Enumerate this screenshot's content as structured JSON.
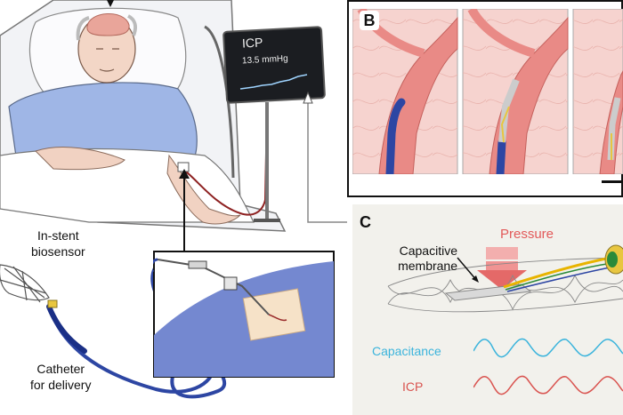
{
  "panel_a": {
    "monitor": {
      "title": "ICP",
      "reading": "13.5 mmHg"
    },
    "labels": {
      "biosensor_line1": "In-stent",
      "biosensor_line2": "biosensor",
      "catheter_line1": "Catheter",
      "catheter_line2": "for delivery"
    }
  },
  "panel_b": {
    "label": "B"
  },
  "panel_c": {
    "label": "C",
    "pressure": "Pressure",
    "membrane_line1": "Capacitive",
    "membrane_line2": "membrane",
    "capacitance": "Capacitance",
    "icp": "ICP"
  },
  "colors": {
    "brain": "#e9a59a",
    "monitor_screen": "#1b1d21",
    "vessel_bg": "#f6d3cf",
    "vessel": "#e98a86",
    "catheter_blue": "#2d46a3",
    "pressure_red": "#e25a5a",
    "capacitance_cyan": "#3bb4dc",
    "icp_red": "#d9534f",
    "gown_blue": "#9fb6e6"
  }
}
